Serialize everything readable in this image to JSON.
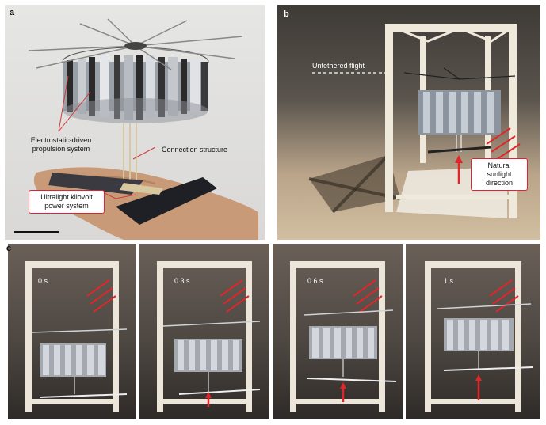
{
  "panel_a": {
    "letter": "a",
    "labels": {
      "propulsion": "Electrostatic-driven propulsion system",
      "connection": "Connection structure",
      "power": "Ultralight kilovolt power system"
    }
  },
  "panel_b": {
    "letter": "b",
    "flight_label": "Untethered flight",
    "sunlight_label": "Natural sunlight direction"
  },
  "panel_c": {
    "letter": "c",
    "frames": [
      {
        "time": "0 s"
      },
      {
        "time": "0.3 s"
      },
      {
        "time": "0.6 s"
      },
      {
        "time": "1 s"
      }
    ]
  },
  "colors": {
    "arrow_red": "#e0262a",
    "callout_border": "#d23a3a",
    "frame_white": "#ece6da"
  }
}
